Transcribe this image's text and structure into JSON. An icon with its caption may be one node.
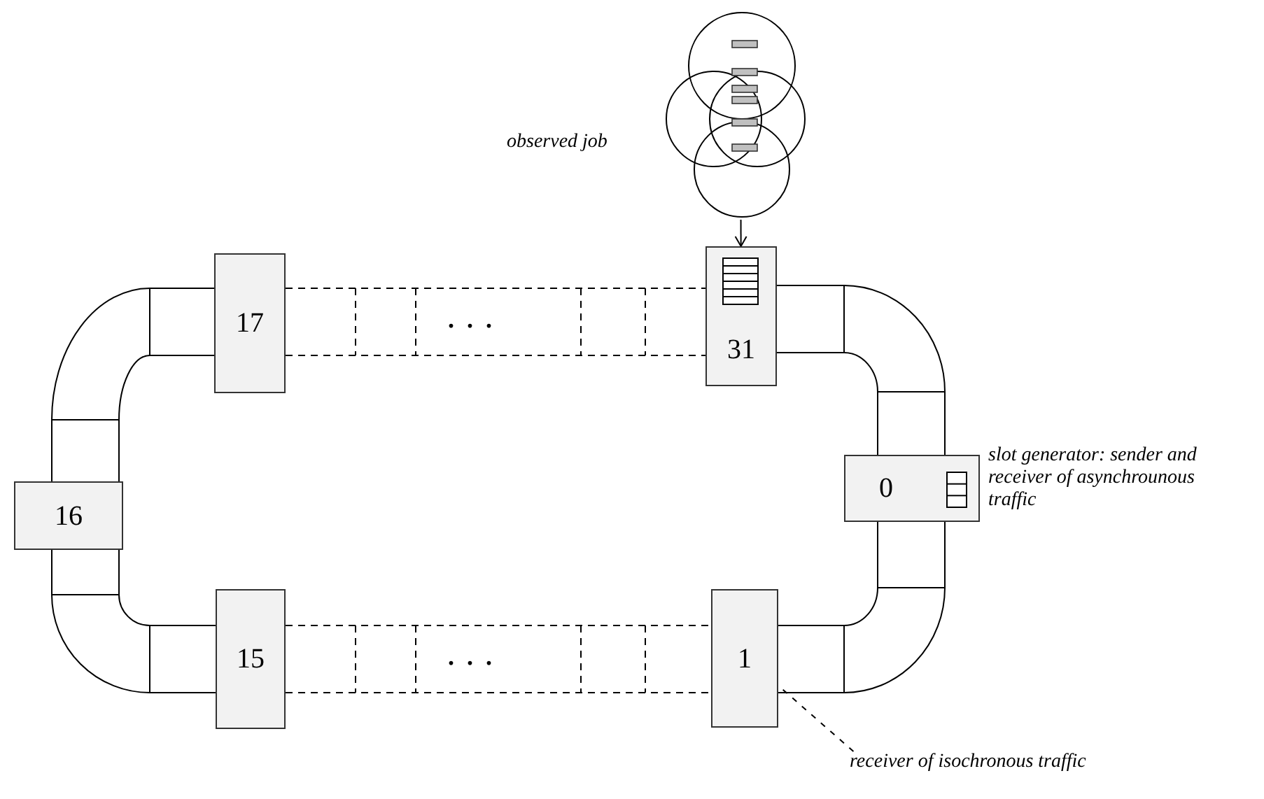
{
  "diagram": {
    "nodes": [
      {
        "text": [],
        "shape": "cloud",
        "beside": [
          "observed job"
        ]
      },
      {
        "text": [
          "17"
        ]
      },
      {
        "text": [
          "31"
        ]
      },
      {
        "text": [
          "16"
        ]
      },
      {
        "text": [
          "0"
        ],
        "beside": [
          "slot generator: sender and receiver of asynchrounous traffic"
        ]
      },
      {
        "text": [
          "15"
        ]
      },
      {
        "text": [
          "1"
        ]
      },
      {
        "text": [
          "receiver of isochronous traffic"
        ]
      }
    ],
    "edges": [
      {
        "from": 0,
        "to": 2,
        "arrow": "to"
      },
      {
        "from": 7,
        "to": 6,
        "arrow": "none",
        "style": "dashed"
      }
    ],
    "labels": [
      "...",
      "..."
    ]
  }
}
